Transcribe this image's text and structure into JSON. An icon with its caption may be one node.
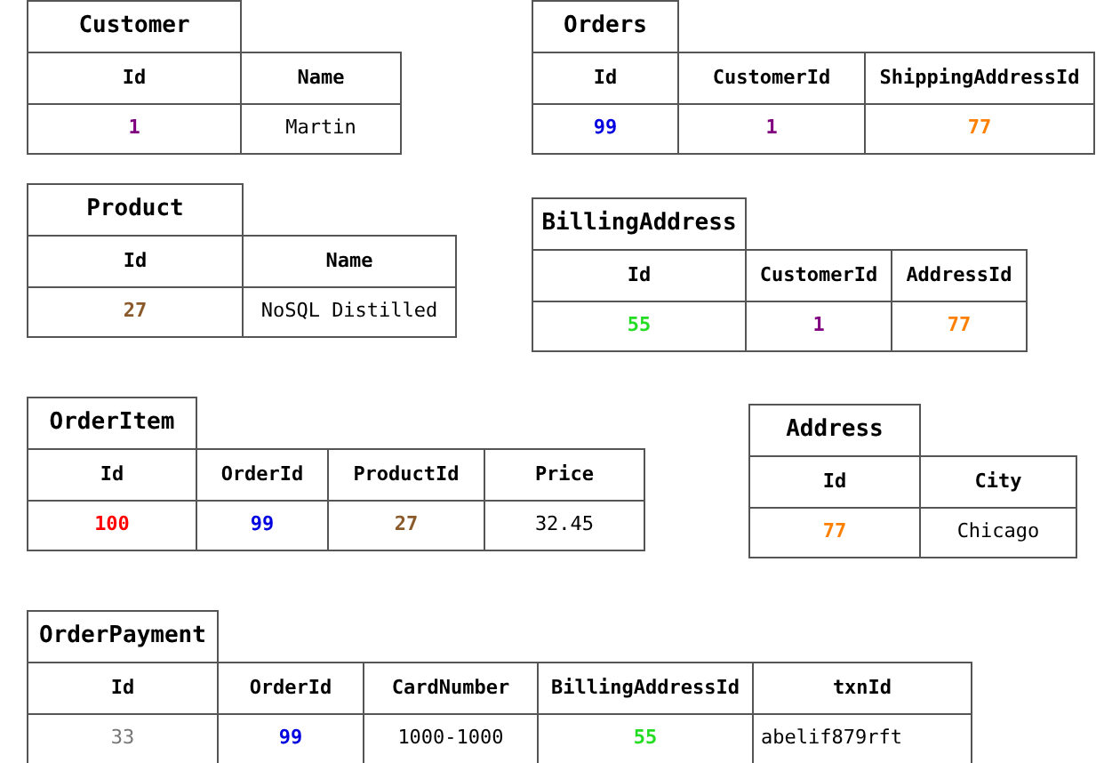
{
  "diagram": {
    "nodes": [
      {
        "text": [
          "Customer"
        ]
      },
      {
        "text": [
          "Id"
        ]
      },
      {
        "text": [
          "Name"
        ]
      },
      {
        "text": [
          "1"
        ]
      },
      {
        "text": [
          "Martin"
        ]
      },
      {
        "text": [
          "Orders"
        ]
      },
      {
        "text": [
          "Id"
        ]
      },
      {
        "text": [
          "CustomerId"
        ]
      },
      {
        "text": [
          "ShippingAddressId"
        ]
      },
      {
        "text": [
          "99"
        ]
      },
      {
        "text": [
          "1"
        ]
      },
      {
        "text": [
          "77"
        ]
      },
      {
        "text": [
          "Product"
        ]
      },
      {
        "text": [
          "Id"
        ]
      },
      {
        "text": [
          "Name"
        ]
      },
      {
        "text": [
          "27"
        ]
      },
      {
        "text": [
          "NoSQL Distilled"
        ]
      },
      {
        "text": [
          "BillingAddress"
        ]
      },
      {
        "text": [
          "Id"
        ]
      },
      {
        "text": [
          "CustomerId"
        ]
      },
      {
        "text": [
          "AddressId"
        ]
      },
      {
        "text": [
          "55"
        ]
      },
      {
        "text": [
          "1"
        ]
      },
      {
        "text": [
          "77"
        ]
      },
      {
        "text": [
          "OrderItem"
        ]
      },
      {
        "text": [
          "Id"
        ]
      },
      {
        "text": [
          "OrderId"
        ]
      },
      {
        "text": [
          "ProductId"
        ]
      },
      {
        "text": [
          "Price"
        ]
      },
      {
        "text": [
          "100"
        ]
      },
      {
        "text": [
          "99"
        ]
      },
      {
        "text": [
          "27"
        ]
      },
      {
        "text": [
          "32.45"
        ]
      },
      {
        "text": [
          "Address"
        ]
      },
      {
        "text": [
          "Id"
        ]
      },
      {
        "text": [
          "City"
        ]
      },
      {
        "text": [
          "77"
        ]
      },
      {
        "text": [
          "Chicago"
        ]
      },
      {
        "text": [
          "OrderPayment"
        ]
      },
      {
        "text": [
          "Id"
        ]
      },
      {
        "text": [
          "OrderId"
        ]
      },
      {
        "text": [
          "CardNumber"
        ]
      },
      {
        "text": [
          "BillingAddressId"
        ]
      },
      {
        "text": [
          "txnId"
        ]
      },
      {
        "text": [
          "33"
        ]
      },
      {
        "text": [
          "99"
        ]
      },
      {
        "text": [
          "1000-1000"
        ]
      },
      {
        "text": [
          "55"
        ]
      },
      {
        "text": [
          "abelif879rft"
        ]
      }
    ]
  }
}
